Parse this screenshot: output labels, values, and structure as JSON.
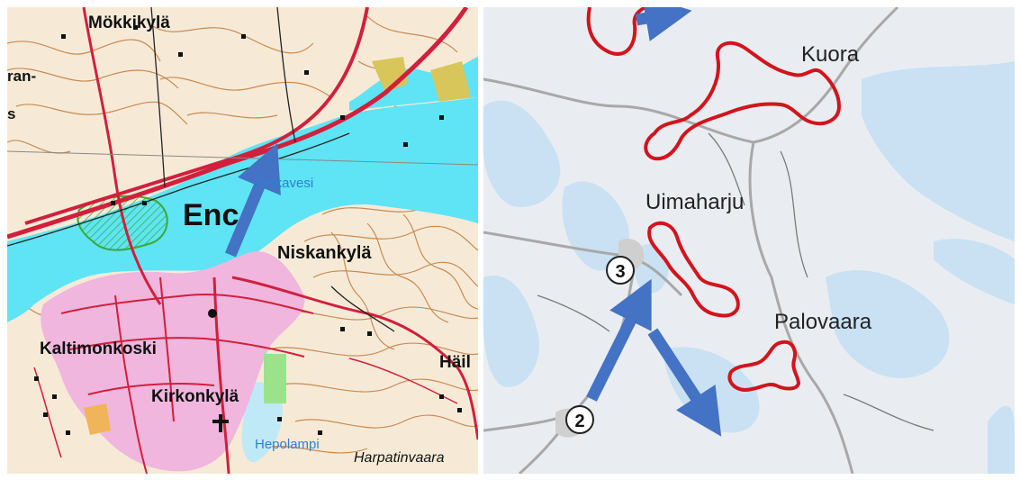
{
  "left_map": {
    "place_labels": {
      "mokkikyla": "Mökkikylä",
      "en_partial": "Enc",
      "niskankyla": "Niskankylä",
      "kaltimonkoski": "Kaltimonkoski",
      "kirkonkyla": "Kirkonkylä",
      "hail_partial": "Häil",
      "edge_top_partial": "ran-",
      "edge_bottom_partial": "s"
    },
    "water_labels": {
      "niskavesi_partial": "Niskavesi",
      "hepolampi": "Hepolampi"
    },
    "italic_labels": {
      "harpatinvaara_partial": "Harpatinvaara"
    },
    "colors": {
      "land": "#f6ead7",
      "water": "#5ee4f4",
      "contour": "#c98a52",
      "road": "#d21f3c",
      "settlement": "#f0b6de",
      "arrow": "#4472c4"
    }
  },
  "right_map": {
    "place_labels": {
      "kuora": "Kuora",
      "uimaharju": "Uimaharju",
      "palovaara": "Palovaara"
    },
    "markers": {
      "marker_2": "2",
      "marker_3": "3"
    },
    "colors": {
      "land": "#e9edf1",
      "water": "#c9e1f3",
      "boundary": "#d3141c",
      "road": "#a8a8a8",
      "arrow": "#4472c4"
    }
  }
}
